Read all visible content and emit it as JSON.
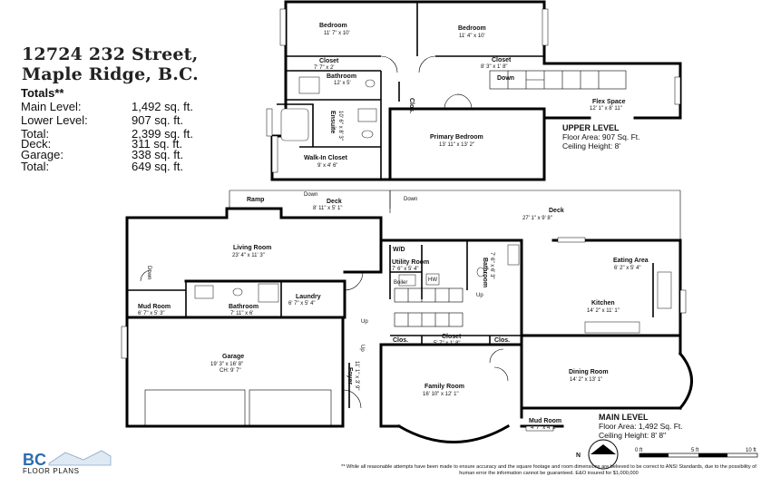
{
  "address": {
    "line1": "12724 232 Street,",
    "line2": "Maple Ridge, B.C."
  },
  "totals": {
    "heading": "Totals**",
    "rows": [
      {
        "label": "Main Level:",
        "value": "1,492 sq. ft."
      },
      {
        "label": "Lower Level:",
        "value": "907 sq. ft."
      },
      {
        "label": "Total:",
        "value": "2,399 sq. ft."
      },
      {
        "label": "Deck:",
        "value": "311 sq. ft."
      },
      {
        "label": "Garage:",
        "value": "338 sq. ft."
      },
      {
        "label": "Total:",
        "value": "649 sq. ft."
      }
    ]
  },
  "upper_level": {
    "heading": "UPPER LEVEL",
    "floor_area": "Floor Area: 907 Sq. Ft.",
    "ceiling": "Ceiling Height: 8'"
  },
  "main_level": {
    "heading": "MAIN LEVEL",
    "floor_area": "Floor Area: 1,492 Sq. Ft.",
    "ceiling": "Ceiling Height: 8' 8\""
  },
  "rooms": {
    "bedroom1": {
      "name": "Bedroom",
      "dim": "11' 7\" x 10'"
    },
    "bedroom2": {
      "name": "Bedroom",
      "dim": "11' 4\" x 10'"
    },
    "closet1": {
      "name": "Closet",
      "dim": "7' 7\" x 2'"
    },
    "closet2": {
      "name": "Closet",
      "dim": "8' 3\" x 1' 8\""
    },
    "bathroom_up": {
      "name": "Bathroom",
      "dim": "12' x 5'"
    },
    "clos_up": {
      "name": "Clos."
    },
    "ensuite": {
      "name": "Ensuite",
      "dim": "10' 6\" x 8' 3\""
    },
    "flex": {
      "name": "Flex Space",
      "dim": "12' 1\" x 8' 11\""
    },
    "primary": {
      "name": "Primary Bedroom",
      "dim": "13' 11\" x 13' 2\""
    },
    "walkin": {
      "name": "Walk-In Closet",
      "dim": "9' x 4' 6\""
    },
    "ramp": {
      "name": "Ramp"
    },
    "deck_small": {
      "name": "Deck",
      "dim": "8' 11\" x 5' 1\""
    },
    "deck_large": {
      "name": "Deck",
      "dim": "27' 1\" x 9' 8\""
    },
    "living": {
      "name": "Living Room",
      "dim": "23' 4\" x 11' 3\""
    },
    "wd": {
      "name": "W/D"
    },
    "utility": {
      "name": "Utility Room",
      "dim": "7' 6\" x 5' 4\""
    },
    "bath_main": {
      "name": "Bathroom",
      "dim": "7' 6\" x 6' 3\""
    },
    "boiler": {
      "name": "Boiler"
    },
    "hw": {
      "name": "HW"
    },
    "eating": {
      "name": "Eating Area",
      "dim": "6' 2\" x 5' 4\""
    },
    "mudroom1": {
      "name": "Mud Room",
      "dim": "6' 7\" x 5' 3\""
    },
    "bathroom_main": {
      "name": "Bathroom",
      "dim": "7' 11\" x 6'"
    },
    "laundry": {
      "name": "Laundry",
      "dim": "6' 7\" x 5' 4\""
    },
    "kitchen": {
      "name": "Kitchen",
      "dim": "14' 2\" x 11' 1\""
    },
    "clos_a": {
      "name": "Clos."
    },
    "closet_main": {
      "name": "Closet",
      "dim": "5' 7\" x 1' 8\""
    },
    "clos_b": {
      "name": "Clos."
    },
    "garage": {
      "name": "Garage",
      "dim": "19' 3\" x 16' 8\"",
      "ch": "CH: 9' 7\""
    },
    "foyer": {
      "name": "Foyer",
      "dim": "11' 1\" x 3' 9\""
    },
    "family": {
      "name": "Family Room",
      "dim": "16' 10\" x 12' 1\""
    },
    "dining": {
      "name": "Dining Room",
      "dim": "14' 2\" x 13' 1\""
    },
    "mudroom2": {
      "name": "Mud Room",
      "dim": "4' 7\" x 4' 2\""
    }
  },
  "labels": {
    "down": "Down",
    "up": "Up"
  },
  "scale": {
    "ticks": [
      "0 ft",
      "5 ft",
      "10 ft"
    ]
  },
  "disclaimer": "** While all reasonable attempts have been made to ensure accuracy and the square footage and room dimensions are believed to be correct to ANSI Standards, due to the possibility of human error the information cannot be guaranteed. E&O insured for $1,000,000",
  "logo": {
    "mark": "BC",
    "text": "FLOOR PLANS"
  }
}
